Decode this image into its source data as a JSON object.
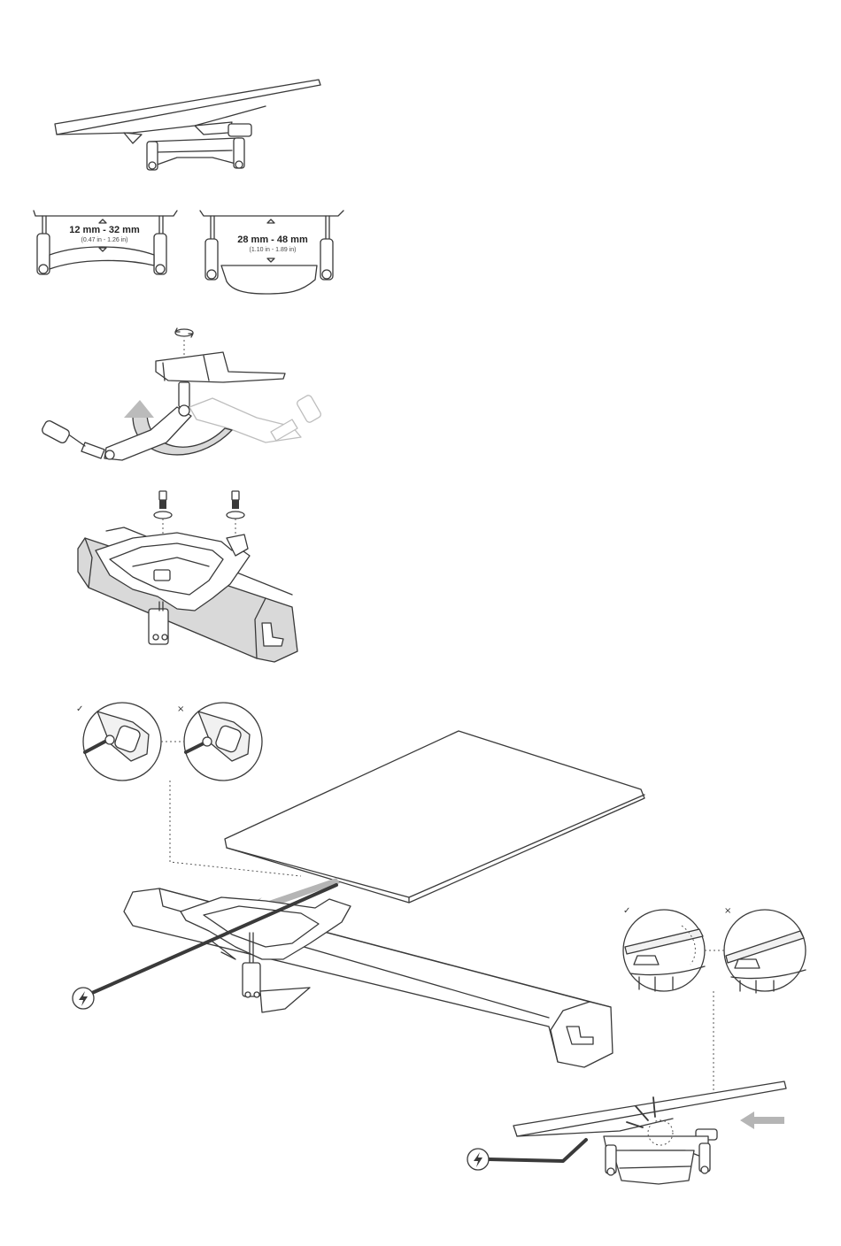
{
  "clamp_range_small": {
    "metric": "12 mm - 32 mm",
    "imperial": "(0.47 in - 1.26 in)"
  },
  "clamp_range_large": {
    "metric": "28 mm - 48 mm",
    "imperial": "(1.10 in - 1.89 in)"
  },
  "marks": {
    "correct": "✓",
    "incorrect": "×"
  },
  "icons": {
    "power": "lightning-bolt-in-circle",
    "rotate": "rotate-arrows",
    "direction": "grey-arrow"
  },
  "colors": {
    "line": "#3a3a3a",
    "rail_fill": "#d9d9d9",
    "arrow": "#b5b5b5"
  }
}
